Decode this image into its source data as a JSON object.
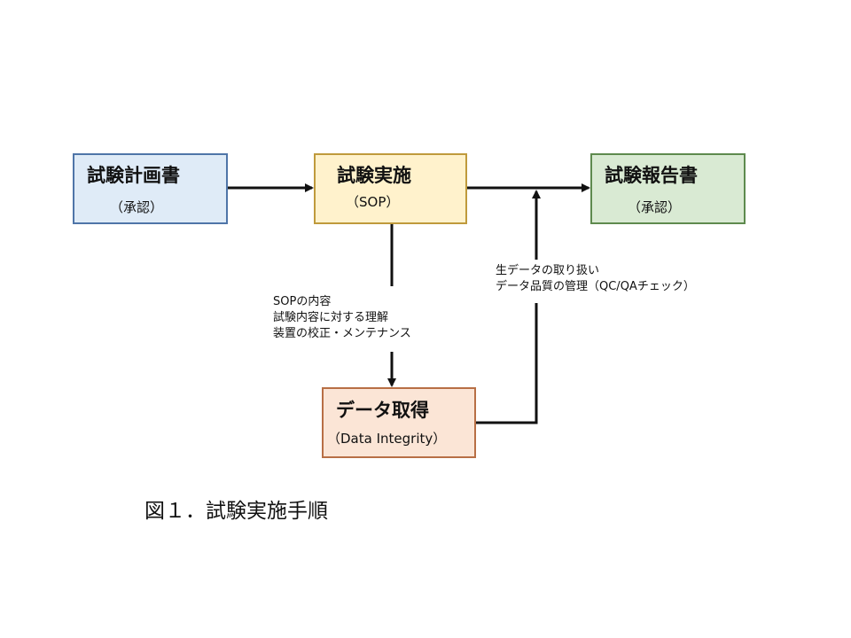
{
  "boxes": {
    "plan": {
      "title": "試験計画書",
      "sub": "（承認）"
    },
    "exec": {
      "title": "試験実施",
      "sub": "（SOP）"
    },
    "report": {
      "title": "試験報告書",
      "sub": "（承認）"
    },
    "acquisition": {
      "title": "データ取得",
      "sub": "（Data Integrity）"
    }
  },
  "notes": {
    "exec_to_acquisition": [
      "SOPの内容",
      "試験内容に対する理解",
      "装置の校正・メンテナンス"
    ],
    "acquisition_to_report": [
      "生データの取り扱い",
      "データ品質の管理（QC/QAチェック）"
    ]
  },
  "caption": "図１．試験実施手順",
  "colors": {
    "plan_fill": "#dfebf7",
    "exec_fill": "#fff2cc",
    "report_fill": "#d9ead3",
    "acquisition_fill": "#fbe5d6",
    "arrow": "#111111"
  }
}
